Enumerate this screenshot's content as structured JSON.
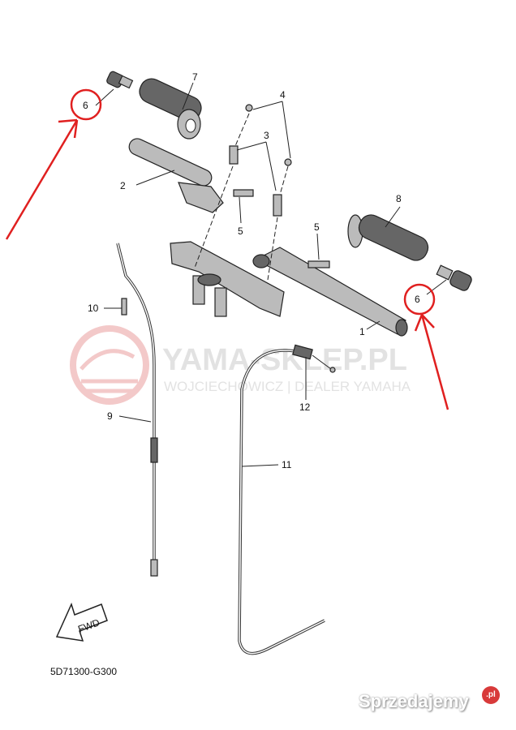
{
  "diagram": {
    "part_labels": {
      "p1": "1",
      "p2": "2",
      "p3": "3",
      "p4": "4",
      "p5a": "5",
      "p5b": "5",
      "p6a": "6",
      "p6b": "6",
      "p7": "7",
      "p8": "8",
      "p9": "9",
      "p10": "10",
      "p11": "11",
      "p12": "12"
    },
    "fwd_label": "FWD",
    "diagram_code": "5D71300-G300",
    "watermark": {
      "title": "YAMA-SKLEP.PL",
      "subtitle": "WOJCIECHOWICZ | DEALER YAMAHA"
    },
    "annotation_color": "#e02020",
    "site_logo": {
      "name": "Sprzedajemy",
      "badge": ".pl"
    }
  }
}
